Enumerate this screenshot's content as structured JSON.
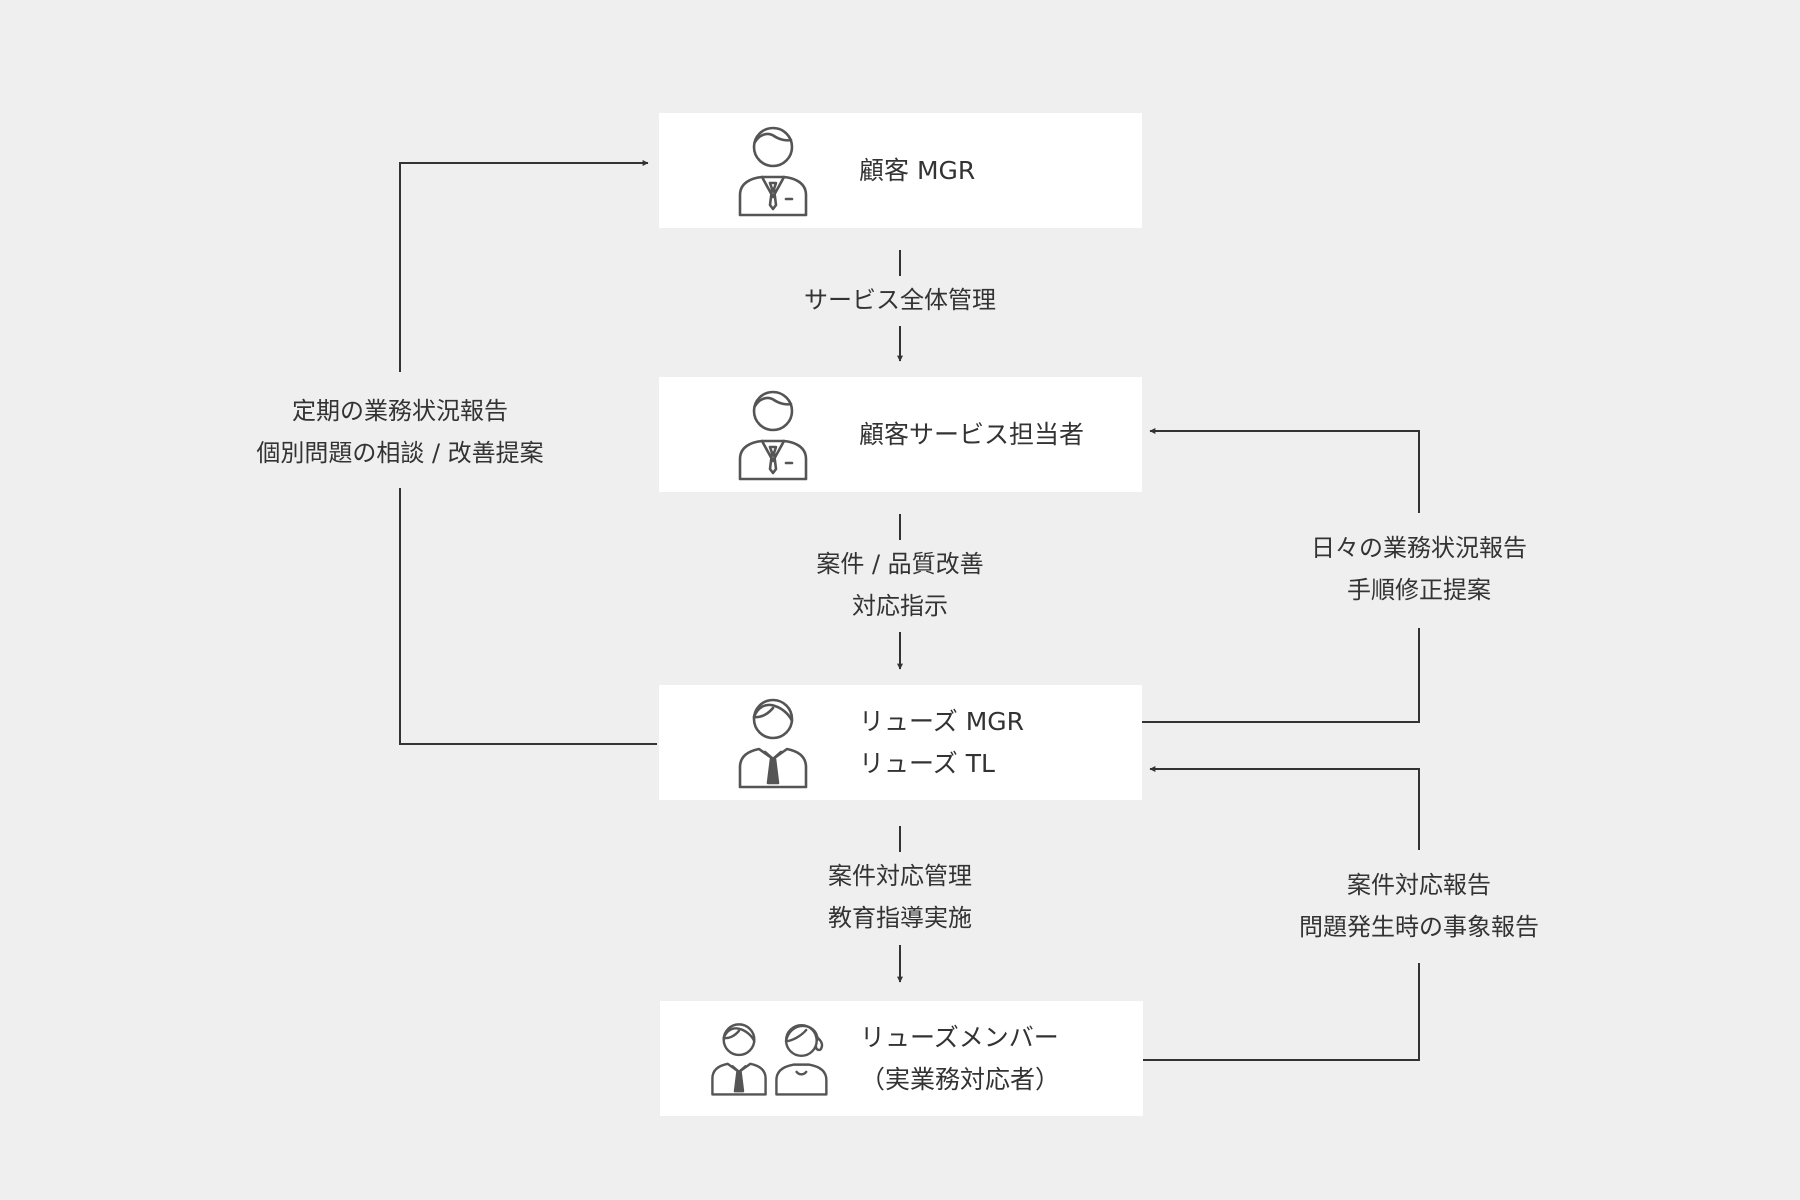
{
  "nodes": {
    "customer_mgr": {
      "line1": "顧客 MGR"
    },
    "customer_service": {
      "line1": "顧客サービス担当者"
    },
    "reuse_lead": {
      "line1": "リューズ MGR",
      "line2": "リューズ TL"
    },
    "reuse_members": {
      "line1": "リューズメンバー",
      "line2": "（実業務対応者）"
    }
  },
  "edges": {
    "mgr_to_service": {
      "line1": "サービス全体管理"
    },
    "service_to_lead": {
      "line1": "案件 / 品質改善",
      "line2": "対応指示"
    },
    "lead_to_members": {
      "line1": "案件対応管理",
      "line2": "教育指導実施"
    },
    "lead_to_mgr": {
      "line1": "定期の業務状況報告",
      "line2": "個別問題の相談 / 改善提案"
    },
    "lead_to_service": {
      "line1": "日々の業務状況報告",
      "line2": "手順修正提案"
    },
    "members_to_lead": {
      "line1": "案件対応報告",
      "line2": "問題発生時の事象報告"
    }
  },
  "colors": {
    "background": "#efefef",
    "node_fill": "#ffffff",
    "line": "#333333",
    "icon": "#555555"
  },
  "icons": {
    "customer_mgr": "businessman-icon",
    "customer_service": "businessman-icon",
    "reuse_lead": "staff-person-icon",
    "reuse_members": "male-and-female-staff-icon"
  }
}
